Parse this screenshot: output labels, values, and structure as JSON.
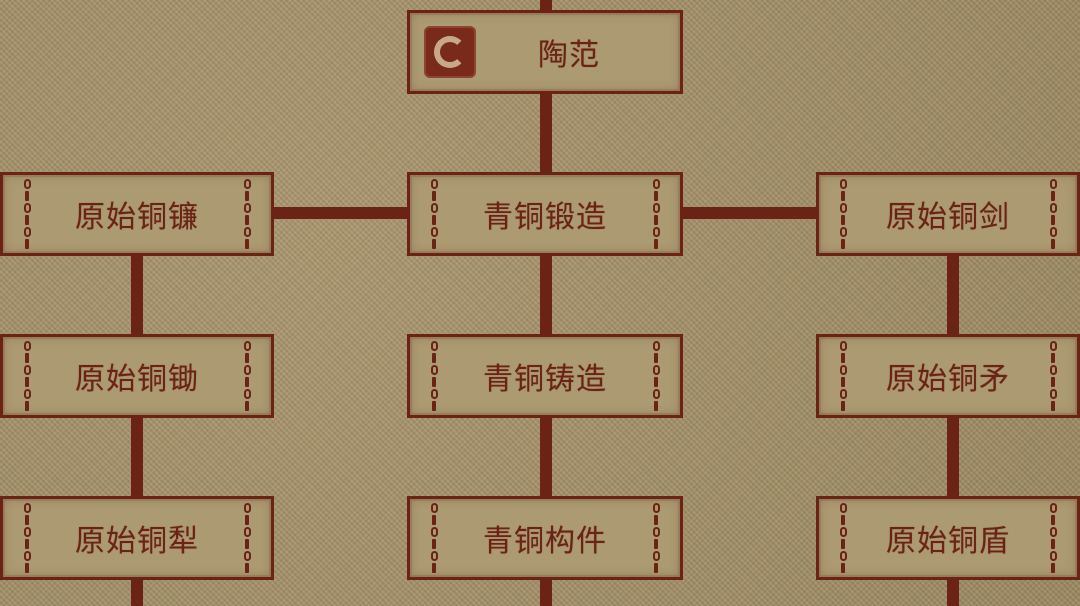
{
  "tech_tree": {
    "root": {
      "label": "陶范",
      "icon": "pottery-mold-icon"
    },
    "nodes": {
      "tongqing_duanzao": "青铜锻造",
      "tongqing_zhuzao": "青铜铸造",
      "tongqing_goujian": "青铜构件",
      "yuanshi_tonglian": "原始铜镰",
      "yuanshi_tongchu": "原始铜锄",
      "yuanshi_tongli": "原始铜犁",
      "yuanshi_tongjian": "原始铜剑",
      "yuanshi_tongmao": "原始铜矛",
      "yuanshi_tongdun": "原始铜盾"
    }
  },
  "colors": {
    "background": "#a69267",
    "frame": "#6b2316",
    "text": "#6b2316"
  }
}
